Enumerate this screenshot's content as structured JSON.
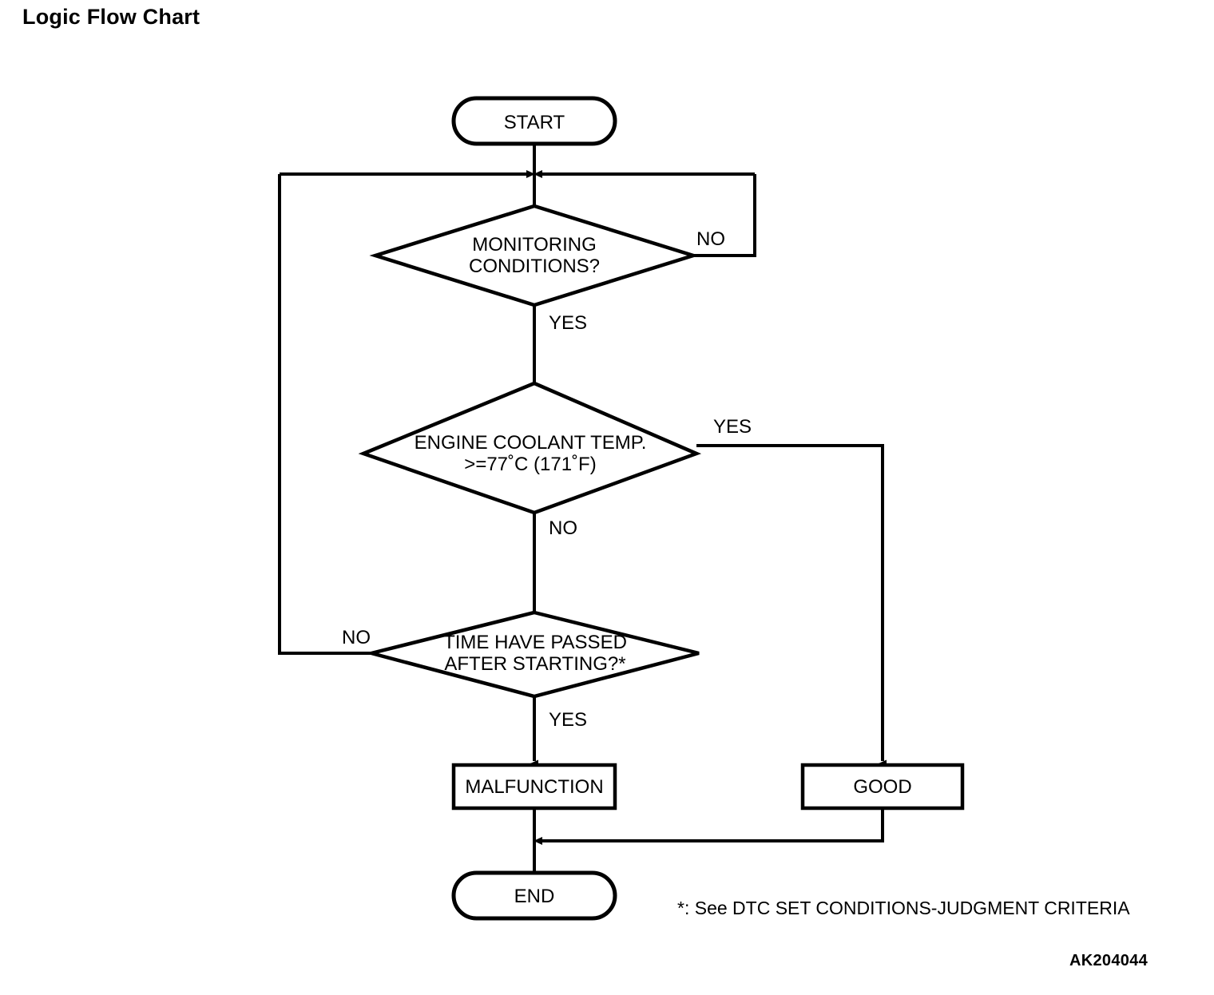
{
  "page": {
    "title": "Logic Flow Chart",
    "reference_code": "AK204044",
    "footnote": "*: See DTC SET CONDITIONS-JUDGMENT CRITERIA",
    "background_color": "#ffffff",
    "line_color": "#000000"
  },
  "chart_data": {
    "type": "diagram",
    "title": "Logic Flow Chart",
    "nodes": [
      {
        "id": "start",
        "shape": "terminator",
        "label": "START"
      },
      {
        "id": "monitoring",
        "shape": "decision",
        "label_line1": "MONITORING",
        "label_line2": "CONDITIONS?"
      },
      {
        "id": "coolant",
        "shape": "decision",
        "label_line1": "ENGINE COOLANT TEMP.",
        "label_line2": ">=77˚C (171˚F)"
      },
      {
        "id": "time",
        "shape": "decision",
        "label_line1": "TIME HAVE PASSED",
        "label_line2": "AFTER STARTING?*"
      },
      {
        "id": "malfunction",
        "shape": "process",
        "label": "MALFUNCTION"
      },
      {
        "id": "good",
        "shape": "process",
        "label": "GOOD"
      },
      {
        "id": "end",
        "shape": "terminator",
        "label": "END"
      }
    ],
    "edges": [
      {
        "from": "start",
        "to": "monitoring",
        "label": ""
      },
      {
        "from": "monitoring",
        "to": "monitoring",
        "label": "NO"
      },
      {
        "from": "monitoring",
        "to": "coolant",
        "label": "YES"
      },
      {
        "from": "coolant",
        "to": "good",
        "label": "YES"
      },
      {
        "from": "coolant",
        "to": "time",
        "label": "NO"
      },
      {
        "from": "time",
        "to": "monitoring",
        "label": "NO"
      },
      {
        "from": "time",
        "to": "malfunction",
        "label": "YES"
      },
      {
        "from": "malfunction",
        "to": "end",
        "label": ""
      },
      {
        "from": "good",
        "to": "end",
        "label": ""
      }
    ],
    "edge_labels": {
      "monitoring_no": "NO",
      "monitoring_yes": "YES",
      "coolant_yes": "YES",
      "coolant_no": "NO",
      "time_no": "NO",
      "time_yes": "YES"
    }
  }
}
